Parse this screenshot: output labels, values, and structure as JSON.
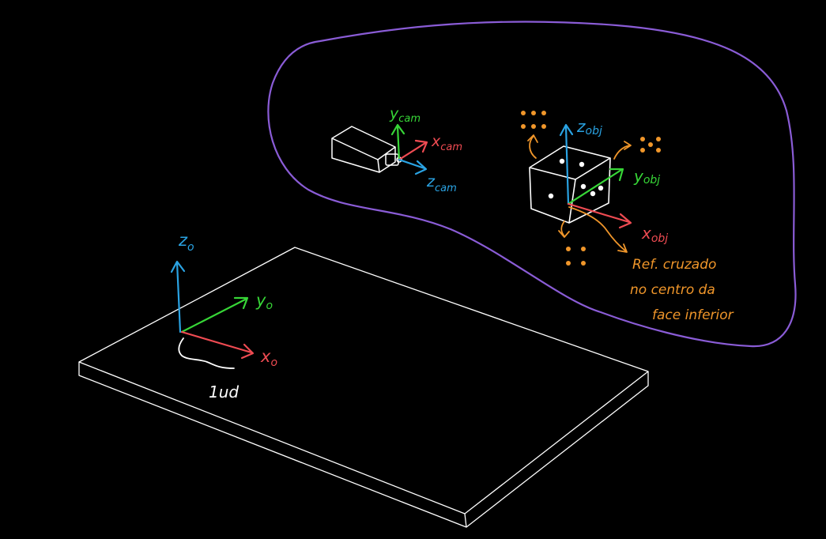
{
  "colors": {
    "background": "#000000",
    "outline": "#ffffff",
    "boundary": "#8a5cd6",
    "x_axis": "#ef4b52",
    "y_axis": "#37d637",
    "z_axis": "#2aa3e3",
    "annotation": "#f0962a"
  },
  "world": {
    "z_label": "z",
    "z_sub": "o",
    "y_label": "y",
    "y_sub": "o",
    "x_label": "x",
    "x_sub": "o",
    "scale_label": "1ud"
  },
  "camera": {
    "y_label": "y",
    "y_sub": "cam",
    "x_label": "x",
    "x_sub": "cam",
    "z_label": "z",
    "z_sub": "cam"
  },
  "object": {
    "z_label": "z",
    "z_sub": "obj",
    "y_label": "y",
    "y_sub": "obj",
    "x_label": "x",
    "x_sub": "obj"
  },
  "note": {
    "line1": "Ref. cruzado",
    "line2": "no centro da",
    "line3": "face inferior"
  }
}
